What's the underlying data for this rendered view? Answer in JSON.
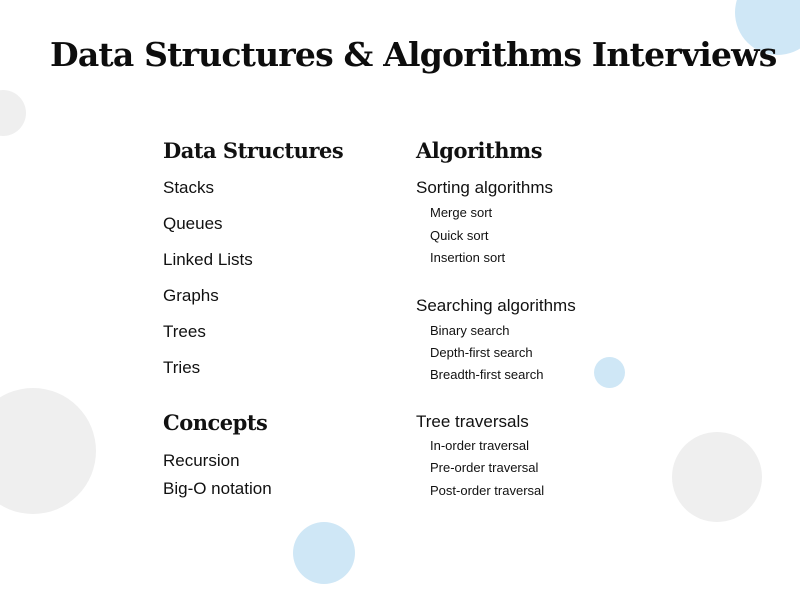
{
  "title": "Data Structures & Algorithms Interviews",
  "data_structures": {
    "heading": "Data Structures",
    "items": [
      "Stacks",
      "Queues",
      "Linked Lists",
      "Graphs",
      "Trees",
      "Tries"
    ]
  },
  "concepts": {
    "heading": "Concepts",
    "items": [
      "Recursion",
      "Big-O notation"
    ]
  },
  "algorithms": {
    "heading": "Algorithms",
    "groups": [
      {
        "label": "Sorting algorithms",
        "items": [
          "Merge sort",
          "Quick sort",
          "Insertion sort"
        ]
      },
      {
        "label": "Searching algorithms",
        "items": [
          "Binary search",
          "Depth-first search",
          "Breadth-first search"
        ]
      },
      {
        "label": "Tree traversals",
        "items": [
          "In-order traversal",
          "Pre-order traversal",
          "Post-order traversal"
        ]
      }
    ]
  },
  "colors": {
    "decor_blue": "#cfe7f6",
    "decor_gray": "#efefef",
    "text": "#111111"
  }
}
